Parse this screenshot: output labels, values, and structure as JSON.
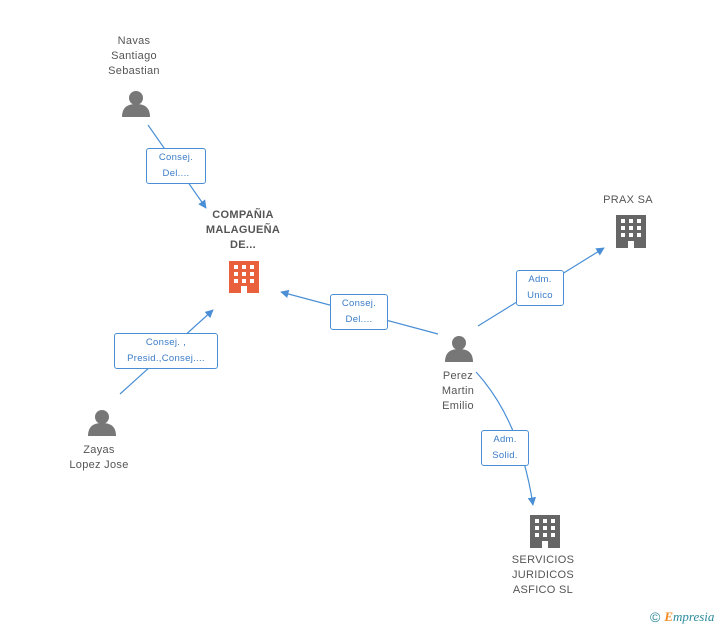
{
  "nodes": {
    "company_main": {
      "lines": [
        "COMPAÑIA",
        "MALAGUEÑA",
        "DE..."
      ],
      "icon": "building-icon",
      "color": "#e8603c"
    },
    "navas": {
      "lines": [
        "Navas",
        "Santiago",
        "Sebastian"
      ],
      "icon": "person-icon"
    },
    "zayas": {
      "lines": [
        "Zayas",
        "Lopez Jose"
      ],
      "icon": "person-icon"
    },
    "perez": {
      "lines": [
        "Perez",
        "Martin",
        "Emilio"
      ],
      "icon": "person-icon"
    },
    "prax": {
      "lines": [
        "PRAX SA"
      ],
      "icon": "building-icon",
      "color": "#666666"
    },
    "servicios": {
      "lines": [
        "SERVICIOS",
        "JURIDICOS",
        "ASFICO SL"
      ],
      "icon": "building-icon",
      "color": "#666666"
    }
  },
  "edges": {
    "navas_company": {
      "lines": [
        "Consej.",
        "Del...."
      ]
    },
    "zayas_company": {
      "lines": [
        "Consej. ,",
        "Presid.,Consej...."
      ]
    },
    "perez_company": {
      "lines": [
        "Consej.",
        "Del...."
      ]
    },
    "perez_prax": {
      "lines": [
        "Adm.",
        "Unico"
      ]
    },
    "perez_servicios": {
      "lines": [
        "Adm.",
        "Solid."
      ]
    }
  },
  "colors": {
    "edge": "#4a8fd6",
    "person": "#777777"
  },
  "footer": {
    "copyright": "©",
    "brand_first": "E",
    "brand_rest": "mpresia"
  }
}
